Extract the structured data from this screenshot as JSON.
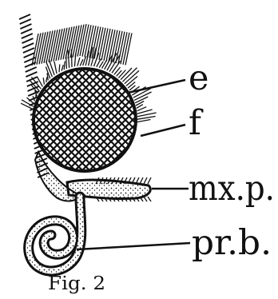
{
  "figure": {
    "caption": "Fig. 2",
    "labels": {
      "e": "e",
      "f": "f",
      "mxp": "mx.p.",
      "prb": "pr.b."
    }
  },
  "colors": {
    "ink": "#111111",
    "paper": "#ffffff"
  }
}
